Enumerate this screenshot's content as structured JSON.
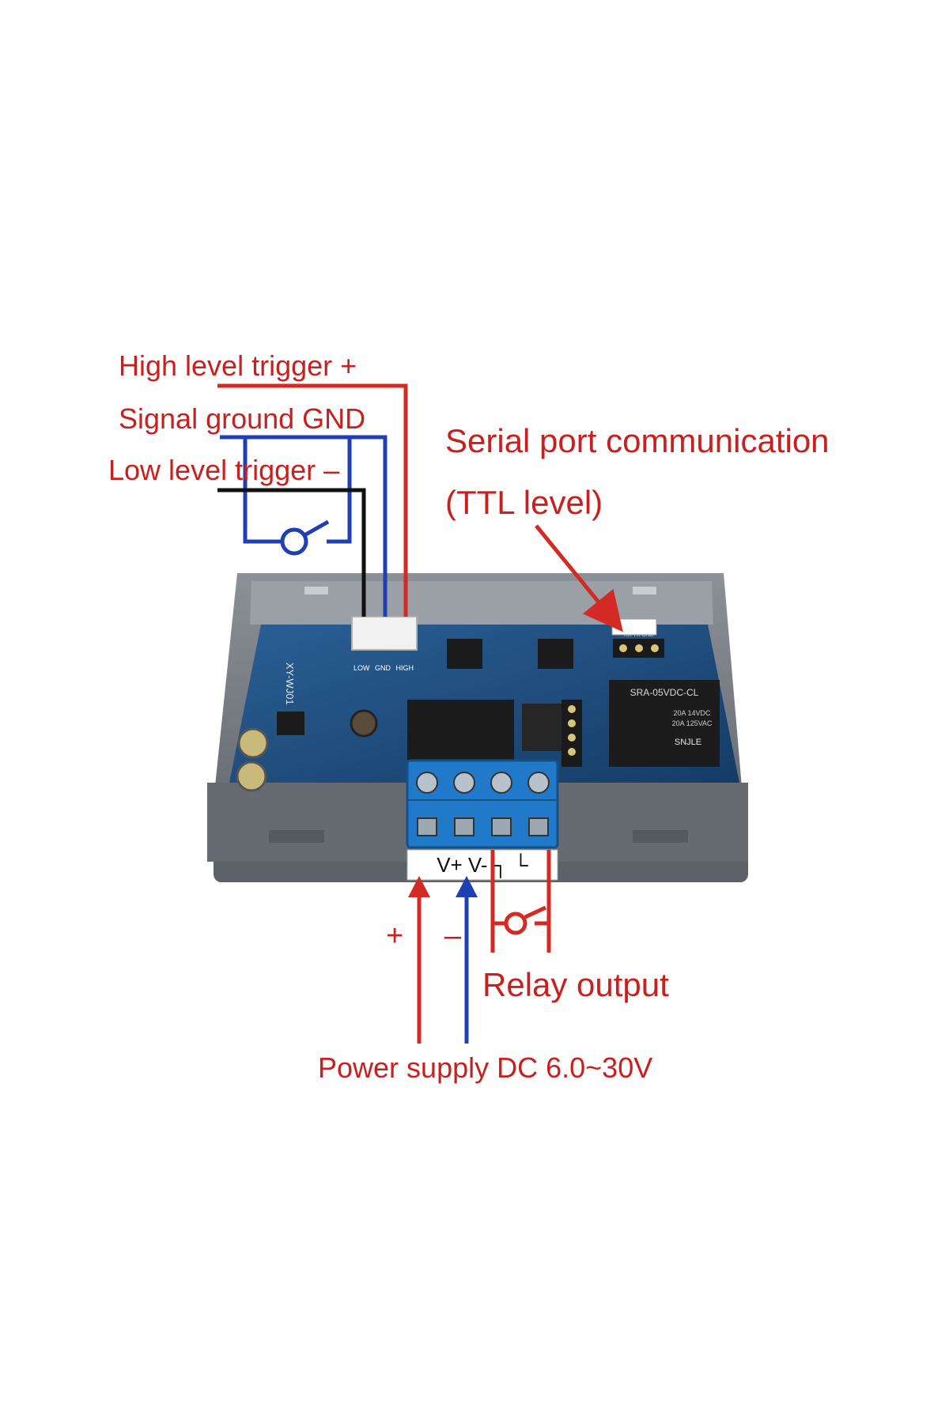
{
  "labels": {
    "high_level_trigger": "High level trigger +",
    "signal_ground": "Signal ground GND",
    "low_level_trigger": "Low level trigger –",
    "serial_port": "Serial port communication",
    "ttl_level": "(TTL level)",
    "plus_sign": "+",
    "minus_sign": "–",
    "relay_output": "Relay output",
    "power_supply": "Power supply DC 6.0~30V"
  },
  "board": {
    "model": "XY-WJ01",
    "relay_model": "SRA-05VDC-CL",
    "relay_brand": "SNJLE",
    "relay_rating_1": "20A 14VDC",
    "relay_rating_2": "20A 125VAC",
    "terminal_label": "V+ V- ┐ └",
    "header_pins": [
      "LOW",
      "GND",
      "HIGH"
    ],
    "serial_pins": "RX  TX  GND"
  },
  "colors": {
    "label_red": "#c8201e",
    "wire_red": "#d42a24",
    "wire_blue": "#1f3fb3",
    "wire_black": "#111111",
    "pcb_blue": "#1f4e82",
    "case_gray": "#6c7178",
    "terminal_blue": "#2079c9"
  }
}
